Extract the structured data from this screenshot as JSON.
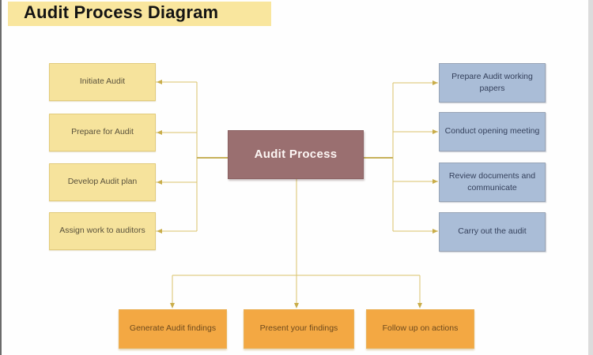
{
  "title": "Audit Process Diagram",
  "center": {
    "label": "Audit Process"
  },
  "left_column": [
    "Initiate Audit",
    "Prepare for Audit",
    "Develop Audit plan",
    "Assign work to auditors"
  ],
  "right_column": [
    "Prepare Audit working papers",
    "Conduct opening meeting",
    "Review documents and communicate",
    "Carry out the audit"
  ],
  "bottom_row": [
    "Generate Audit findings",
    "Present your findings",
    "Follow up on actions"
  ],
  "colors": {
    "title_highlight": "#f9e69e",
    "left_box_fill": "#f6e39c",
    "left_box_border": "#e2cb7c",
    "right_box_fill": "#aabdd7",
    "right_box_border": "#98a4b6",
    "center_box_fill": "#9a6f70",
    "center_box_text": "#fdf6f4",
    "bottom_box_fill": "#f3a843",
    "bottom_box_text": "#6e4a1d",
    "connector_line": "#d9c36b",
    "arrowhead": "#c9ad4a",
    "right_edge_strip": "#dcdcdc"
  }
}
